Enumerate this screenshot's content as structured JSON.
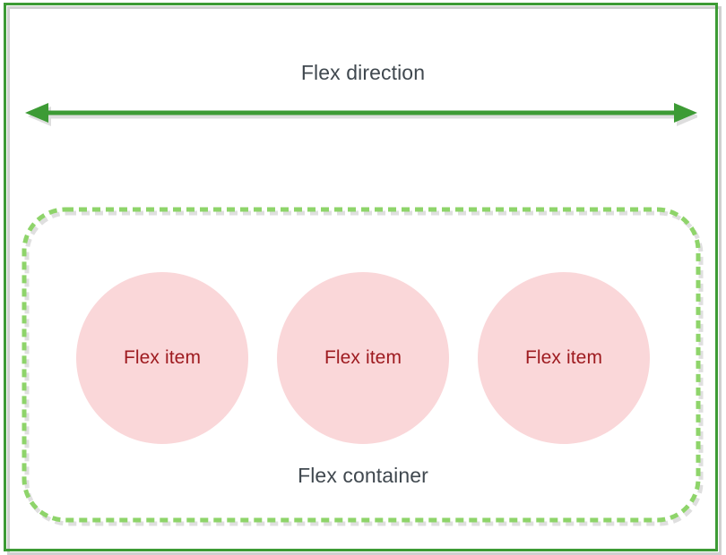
{
  "diagram": {
    "title": "Flex direction",
    "container_label": "Flex container",
    "arrow": {
      "name": "flex-direction-arrow",
      "type": "double-headed-horizontal",
      "color": "#3d9b35"
    },
    "outer_frame_color": "#3d9b35",
    "container_border_color": "#8ed46a",
    "container_border_style": "dashed",
    "item_fill_color": "#fad7d9",
    "item_text_color": "#9e1b20",
    "text_color": "#40484f",
    "items": [
      {
        "label": "Flex item"
      },
      {
        "label": "Flex item"
      },
      {
        "label": "Flex item"
      }
    ]
  }
}
